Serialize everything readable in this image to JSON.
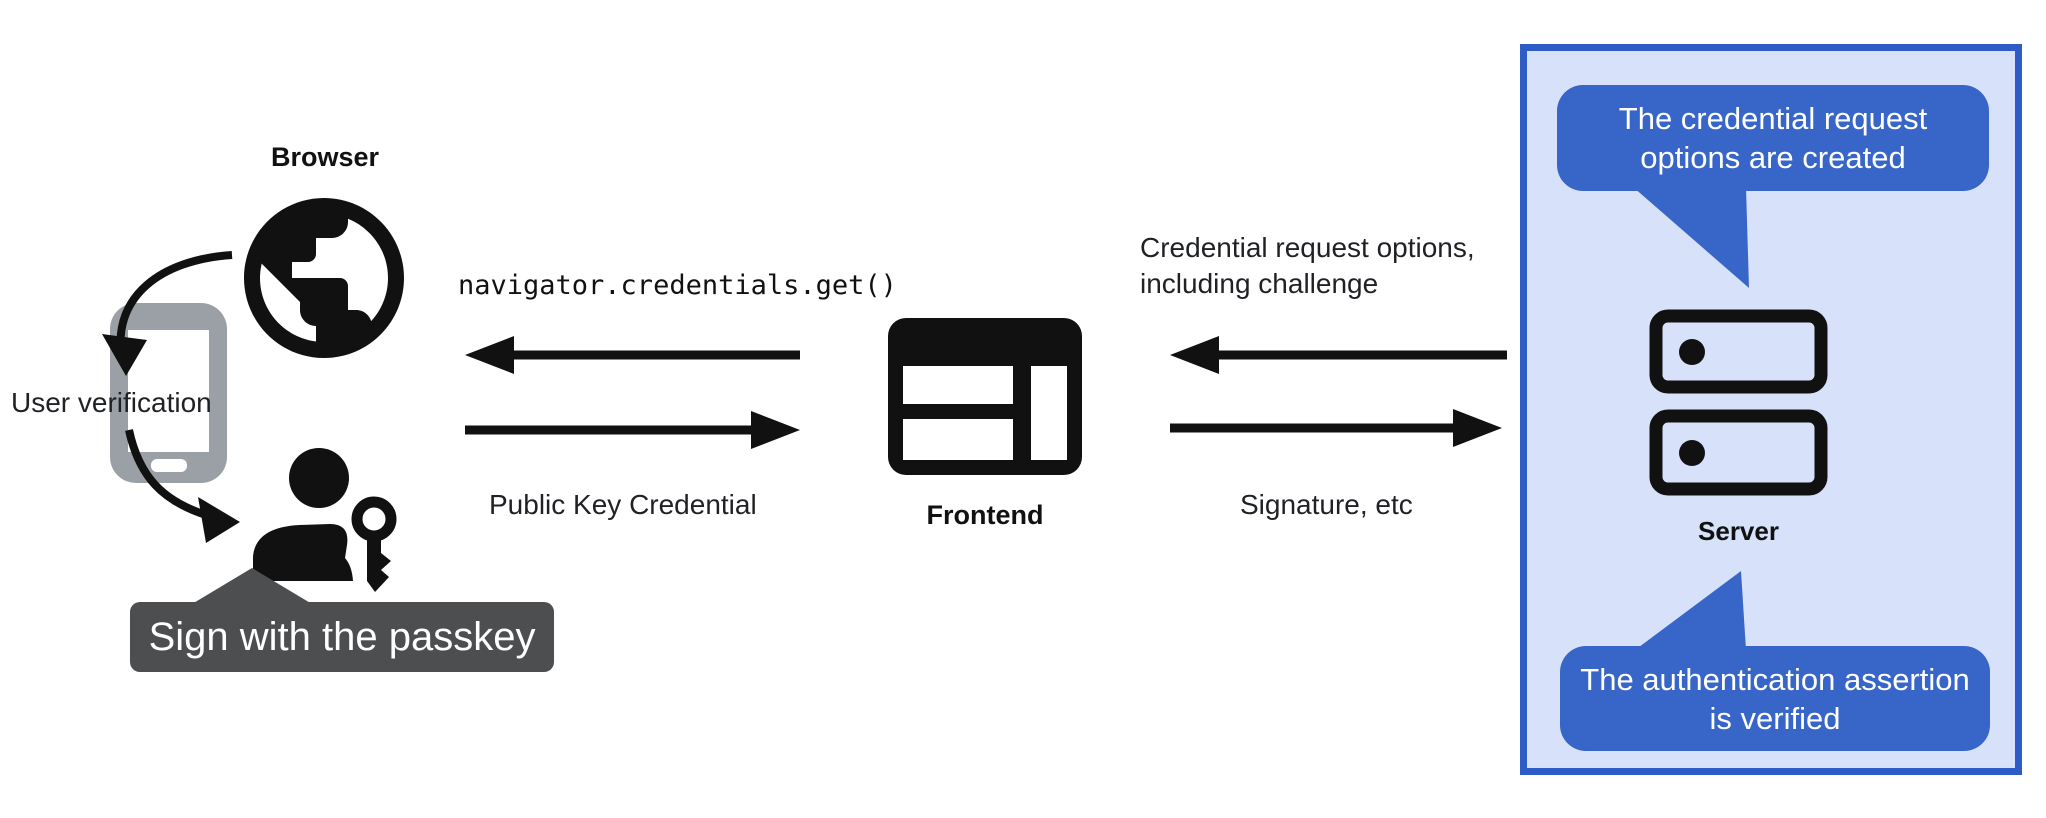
{
  "diagram": {
    "title_implied": "Passkey authentication flow",
    "browser": {
      "label": "Browser",
      "user_verification_label": "User verification",
      "passkey_tooltip": "Sign with the passkey"
    },
    "frontend": {
      "label": "Frontend"
    },
    "server": {
      "label": "Server",
      "bubble_top": "The credential request options are created",
      "bubble_bottom": "The authentication assertion is verified"
    },
    "messages": {
      "to_browser": "navigator.credentials.get()",
      "from_browser": "Public Key Credential",
      "to_frontend": "Credential request options,\nincluding challenge",
      "from_frontend": "Signature, etc"
    },
    "icons": [
      "globe-icon",
      "smartphone-icon",
      "person-icon",
      "key-icon",
      "frontend-window-icon",
      "server-stack-icon"
    ],
    "colors": {
      "bubble_blue": "#3866c8",
      "server_panel_border": "#2d5cc6",
      "server_panel_background": "#d7e2fa",
      "tooltip_gray": "#4d4e50",
      "phone_gray": "#9aa0a6",
      "ink": "#1f2124",
      "page_background": "#ffffff"
    }
  }
}
